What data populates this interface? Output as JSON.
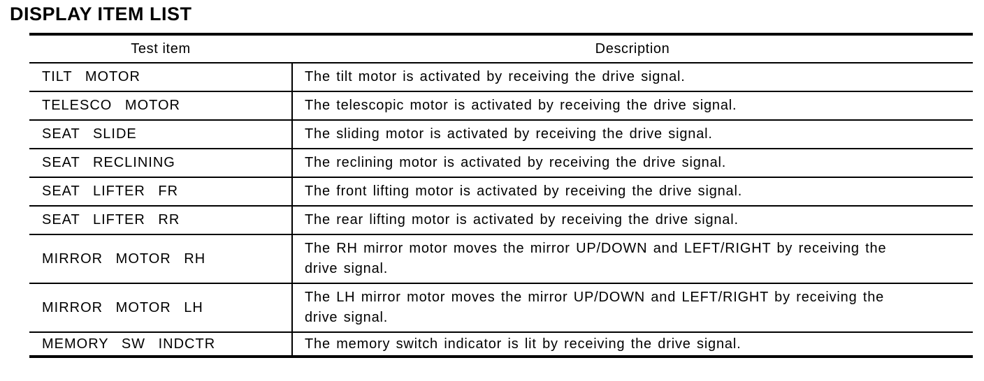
{
  "page_title": "DISPLAY ITEM LIST",
  "table": {
    "headers": {
      "test_item": "Test item",
      "description": "Description"
    },
    "rows": [
      {
        "test_item": "TILT MOTOR",
        "description": "The tilt motor is activated by receiving the drive signal."
      },
      {
        "test_item": "TELESCO MOTOR",
        "description": "The telescopic motor is activated by receiving the drive signal."
      },
      {
        "test_item": "SEAT SLIDE",
        "description": "The sliding motor is activated by receiving the drive signal."
      },
      {
        "test_item": "SEAT RECLINING",
        "description": "The reclining motor is activated by receiving the drive signal."
      },
      {
        "test_item": "SEAT LIFTER FR",
        "description": "The front lifting motor is activated by receiving the drive signal."
      },
      {
        "test_item": "SEAT LIFTER RR",
        "description": "The rear lifting motor is activated by receiving the drive signal."
      },
      {
        "test_item": "MIRROR MOTOR RH",
        "description": "The RH mirror motor moves the mirror UP/DOWN and LEFT/RIGHT by receiving the drive signal."
      },
      {
        "test_item": "MIRROR MOTOR LH",
        "description": "The LH mirror motor moves the mirror UP/DOWN and LEFT/RIGHT by receiving the drive signal."
      },
      {
        "test_item": "MEMORY SW INDCTR",
        "description": "The memory switch indicator is lit by receiving the drive signal."
      }
    ]
  },
  "colors": {
    "text": "#000000",
    "background": "#ffffff",
    "border": "#000000"
  }
}
